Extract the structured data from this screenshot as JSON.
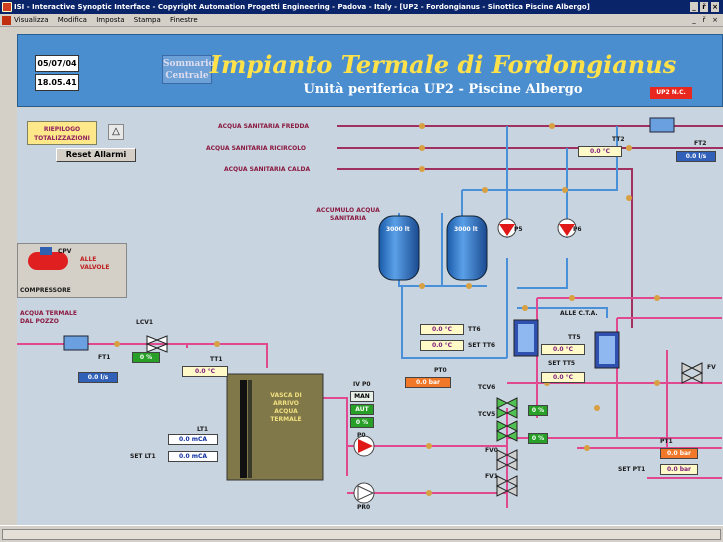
{
  "window": {
    "title": "ISI - Interactive Synoptic Interface - Copyright Automation Progetti Engineering - Padova - Italy - [UP2 - Fordongianus - Sinottica Piscine Albergo]",
    "controls": [
      "_",
      "ř",
      "×"
    ]
  },
  "menu": [
    "Visualizza",
    "Modifica",
    "Imposta",
    "Stampa",
    "Finestre"
  ],
  "header": {
    "date": "05/07/04",
    "time": "18.05.41",
    "sommario_label": "Sommario Centrale",
    "title": "Impianto Termale di Fordongianus",
    "subtitle": "Unità periferica UP2 - Piscine Albergo",
    "status": "UP2 N.C.",
    "accent": "#ffe14a",
    "bg": "#4a8ed0"
  },
  "controls": {
    "riepilogo": "RIEPILOGO TOTALIZZAZIONI",
    "reset": "Reset Allarmi"
  },
  "lines": {
    "fredda": "ACQUA SANITARIA FREDDA",
    "ricircolo": "ACQUA SANITARIA RICIRCOLO",
    "calda": "ACQUA SANITARIA CALDA",
    "termale": "ACQUA TERMALE DAL POZZO",
    "accumulo": "ACCUMULO ACQUA SANITARIA",
    "cta": "ALLE C.T.A.",
    "vasca": "VASCA DI ARRIVO ACQUA TERMALE",
    "compressore": "COMPRESSORE",
    "valvole": "ALLE VALVOLE",
    "cpv": "CPV"
  },
  "tanks": {
    "t1": "3000 lt",
    "t2": "3000 lt"
  },
  "instruments": {
    "tt2": {
      "tag": "TT2",
      "value": "0.0 °C"
    },
    "ft2": {
      "tag": "FT2",
      "value": "0.0 l/s"
    },
    "ft1": {
      "tag": "FT1",
      "value": "0.0 l/s"
    },
    "tt1": {
      "tag": "TT1",
      "value": "0.0 °C"
    },
    "lcv1": {
      "tag": "LCV1",
      "value": "0 %"
    },
    "tt6": {
      "tag": "TT6",
      "value": "0.0 °C",
      "set_tag": "SET TT6",
      "set_value": "0.0 °C"
    },
    "tt5": {
      "tag": "TT5",
      "value": "0.0 °C",
      "set_tag": "SET TT5",
      "set_value": "0.0 °C"
    },
    "lt1": {
      "tag": "LT1",
      "value": "0.0 mCA",
      "set_tag": "SET LT1",
      "set_value": "0.0 mCA"
    },
    "pt0": {
      "tag": "PT0",
      "value": "0.0 bar"
    },
    "pt1": {
      "tag": "PT1",
      "value": "0.0 bar",
      "set_tag": "SET PT1",
      "set_value": "0.0 bar"
    },
    "ivp0": {
      "tag": "IV P0",
      "mode1": "MAN",
      "mode2": "AUT",
      "value": "0 %"
    },
    "tcv6": {
      "tag": "TCV6",
      "value": "0 %"
    },
    "tcv5": {
      "tag": "TCV5",
      "value": "0 %"
    },
    "fv0": {
      "tag": "FV0"
    },
    "fv1": {
      "tag": "FV1"
    },
    "fv": {
      "tag": "FV"
    }
  },
  "pumps": {
    "p5": "P5",
    "p6": "P6",
    "p0": "P0",
    "pr0": "PR0"
  }
}
